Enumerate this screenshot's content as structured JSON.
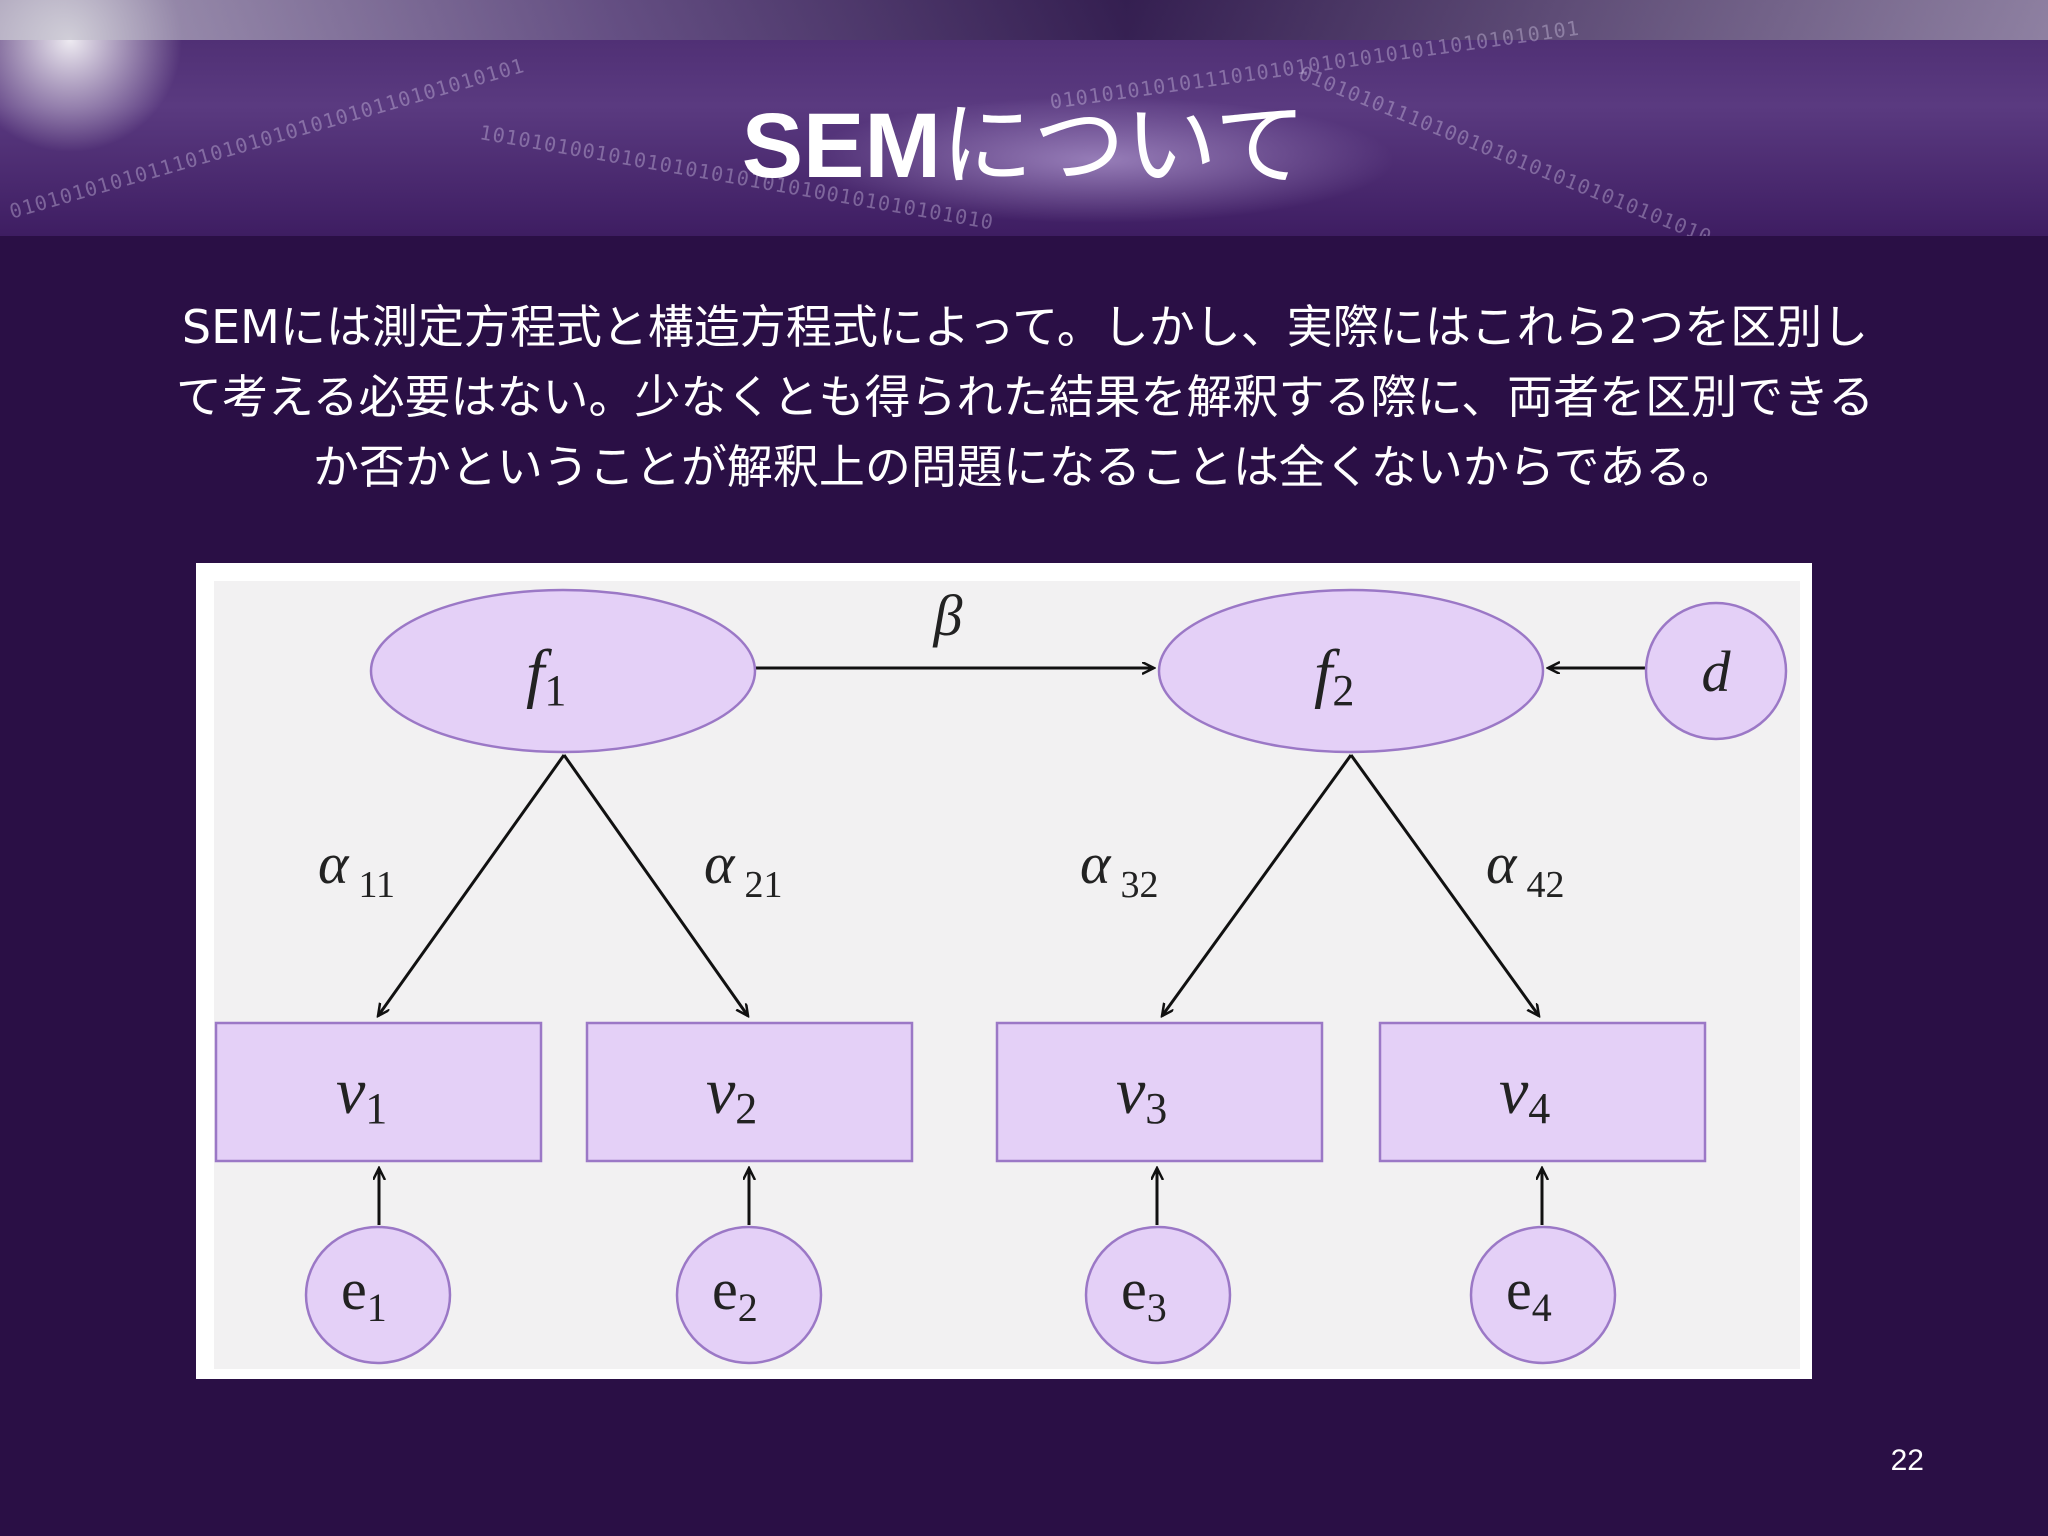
{
  "slide": {
    "title_prefix": "SEM",
    "title_suffix": "について",
    "paragraph": [
      "SEMには測定方程式と構造方程式によって。しかし、実際にはこれら2つを区別し",
      "て考える必要はない。少なくとも得られた結果を解釈する際に、両者を区別できる",
      "か否かということが解釈上の問題になることは全くないからである。"
    ],
    "page_number": "22"
  },
  "decor": {
    "binary_strings": [
      "01010101010111010101010101010110101010101",
      "1010101001010101010101010100101010101010",
      "0101010111010010101010101010101010"
    ]
  },
  "diagram": {
    "factors": [
      {
        "id": "f1",
        "name": "f",
        "sub": "1"
      },
      {
        "id": "f2",
        "name": "f",
        "sub": "2"
      }
    ],
    "disturbance": {
      "label": "d"
    },
    "path_beta": "β",
    "loadings": [
      {
        "sym": "α",
        "sub": "11"
      },
      {
        "sym": "α",
        "sub": "21"
      },
      {
        "sym": "α",
        "sub": "32"
      },
      {
        "sym": "α",
        "sub": "42"
      }
    ],
    "observed": [
      {
        "name": "v",
        "sub": "1"
      },
      {
        "name": "v",
        "sub": "2"
      },
      {
        "name": "v",
        "sub": "3"
      },
      {
        "name": "v",
        "sub": "4"
      }
    ],
    "errors": [
      {
        "name": "e",
        "sub": "1"
      },
      {
        "name": "e",
        "sub": "2"
      },
      {
        "name": "e",
        "sub": "3"
      },
      {
        "name": "e",
        "sub": "4"
      }
    ],
    "colors": {
      "node_fill": "#e4d0f7",
      "node_stroke": "#9b78c6",
      "panel_bg": "#f2f1f2",
      "arrow": "#111111"
    }
  }
}
